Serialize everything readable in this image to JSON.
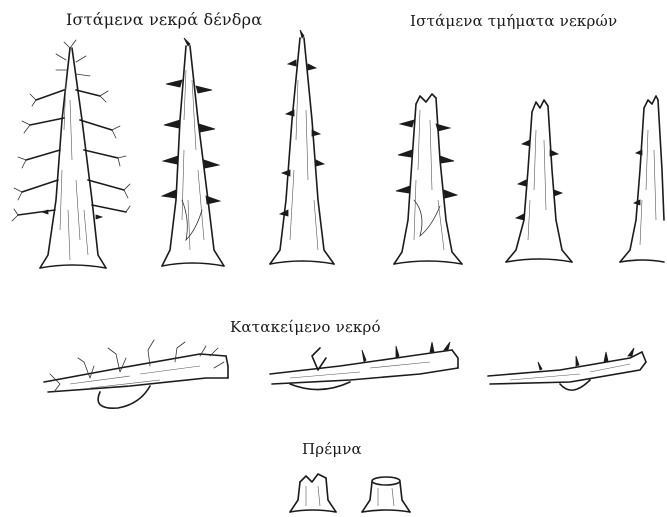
{
  "labels": {
    "standing_dead_trees": "Ιστάμενα νεκρά δένδρα",
    "standing_dead_parts": "Ιστάμενα τμήματα νεκρών",
    "lying_dead": "Κατακείμενο νεκρό",
    "stumps": "Πρέμνα"
  },
  "colors": {
    "ink": "#1b1b1b",
    "background": "#ffffff"
  }
}
